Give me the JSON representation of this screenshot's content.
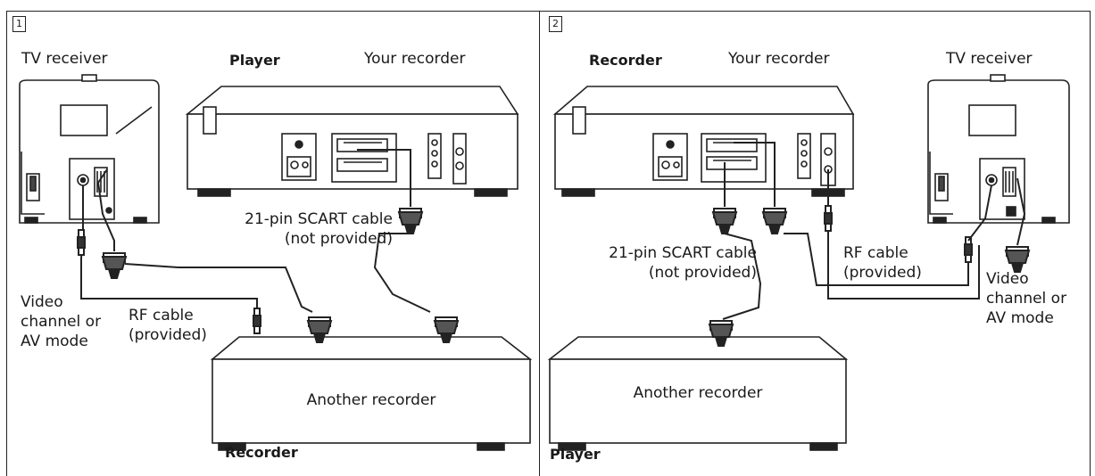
{
  "panels": [
    {
      "number": "1",
      "tv_label": "TV receiver",
      "player_label": "Player",
      "your_recorder_label": "Your recorder",
      "scart_label_1": "21-pin SCART cable",
      "scart_label_2": "(not provided)",
      "video_label_1": "Video",
      "video_label_2": "channel or",
      "video_label_3": "AV mode",
      "rf_label_1": "RF cable",
      "rf_label_2": "(provided)",
      "another_label": "Another recorder",
      "role_label": "Recorder"
    },
    {
      "number": "2",
      "recorder_label": "Recorder",
      "your_recorder_label": "Your recorder",
      "tv_label": "TV receiver",
      "scart_label_1": "21-pin SCART cable",
      "scart_label_2": "(not provided)",
      "rf_label_1": "RF cable",
      "rf_label_2": "(provided)",
      "video_label_1": "Video",
      "video_label_2": "channel or",
      "video_label_3": "AV mode",
      "another_label": "Another recorder",
      "role_label": "Player"
    }
  ]
}
